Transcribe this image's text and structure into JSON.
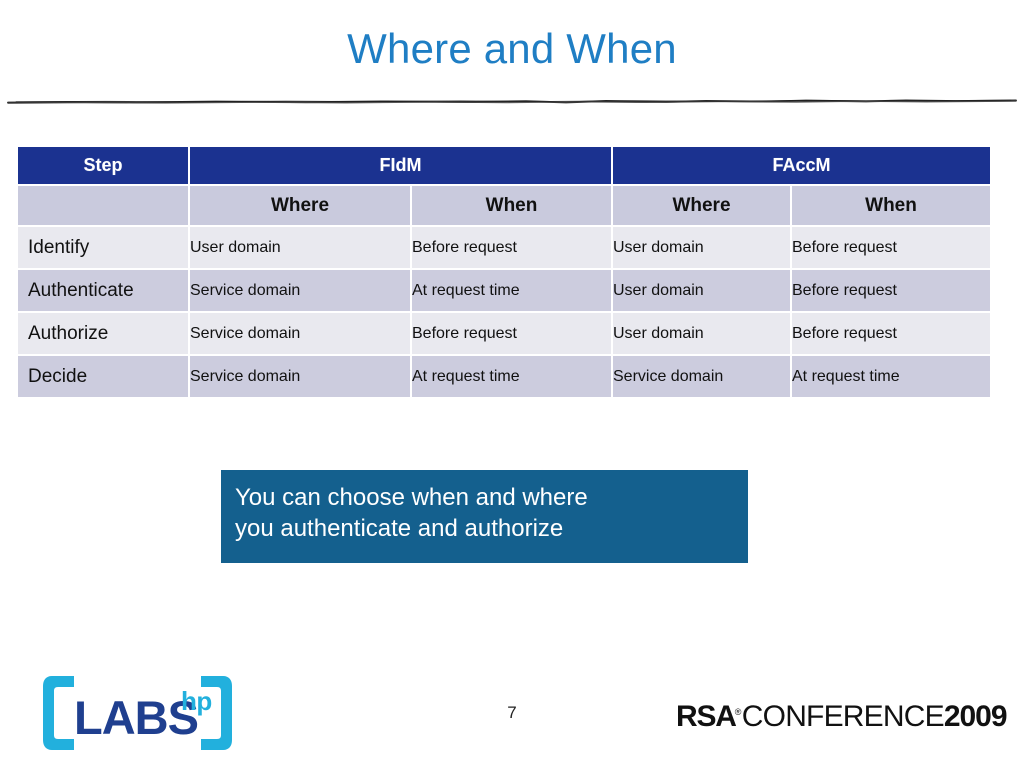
{
  "slide": {
    "title": "Where and When",
    "page_number": "7",
    "title_color": "#1f7ec4",
    "header_color": "#1b3290",
    "callout_color": "#14608e"
  },
  "table": {
    "group_headers": [
      "Step",
      "FIdM",
      "FAccM"
    ],
    "sub_headers": [
      "",
      "Where",
      "When",
      "Where",
      "When"
    ],
    "rows": [
      {
        "step": "Identify",
        "fidm_where": "User domain",
        "fidm_when": "Before request",
        "faccm_where": "User domain",
        "faccm_when": "Before request"
      },
      {
        "step": "Authenticate",
        "fidm_where": "Service domain",
        "fidm_when": "At request time",
        "faccm_where": "User domain",
        "faccm_when": "Before request"
      },
      {
        "step": "Authorize",
        "fidm_where": "Service domain",
        "fidm_when": "Before request",
        "faccm_where": "User domain",
        "faccm_when": "Before request"
      },
      {
        "step": "Decide",
        "fidm_where": "Service domain",
        "fidm_when": "At request time",
        "faccm_where": "Service domain",
        "faccm_when": "At request time"
      }
    ]
  },
  "callout": {
    "line1": "You can choose when and where",
    "line2": "you authenticate and authorize"
  },
  "logos": {
    "hp_labs": {
      "word": "LABS",
      "superscript": "hp",
      "bracket_color": "#22b0dd",
      "word_color": "#1f3f8f"
    },
    "rsa": {
      "mark": "RSA",
      "registered": "®",
      "conference": "CONFERENCE",
      "year": "2009"
    }
  }
}
